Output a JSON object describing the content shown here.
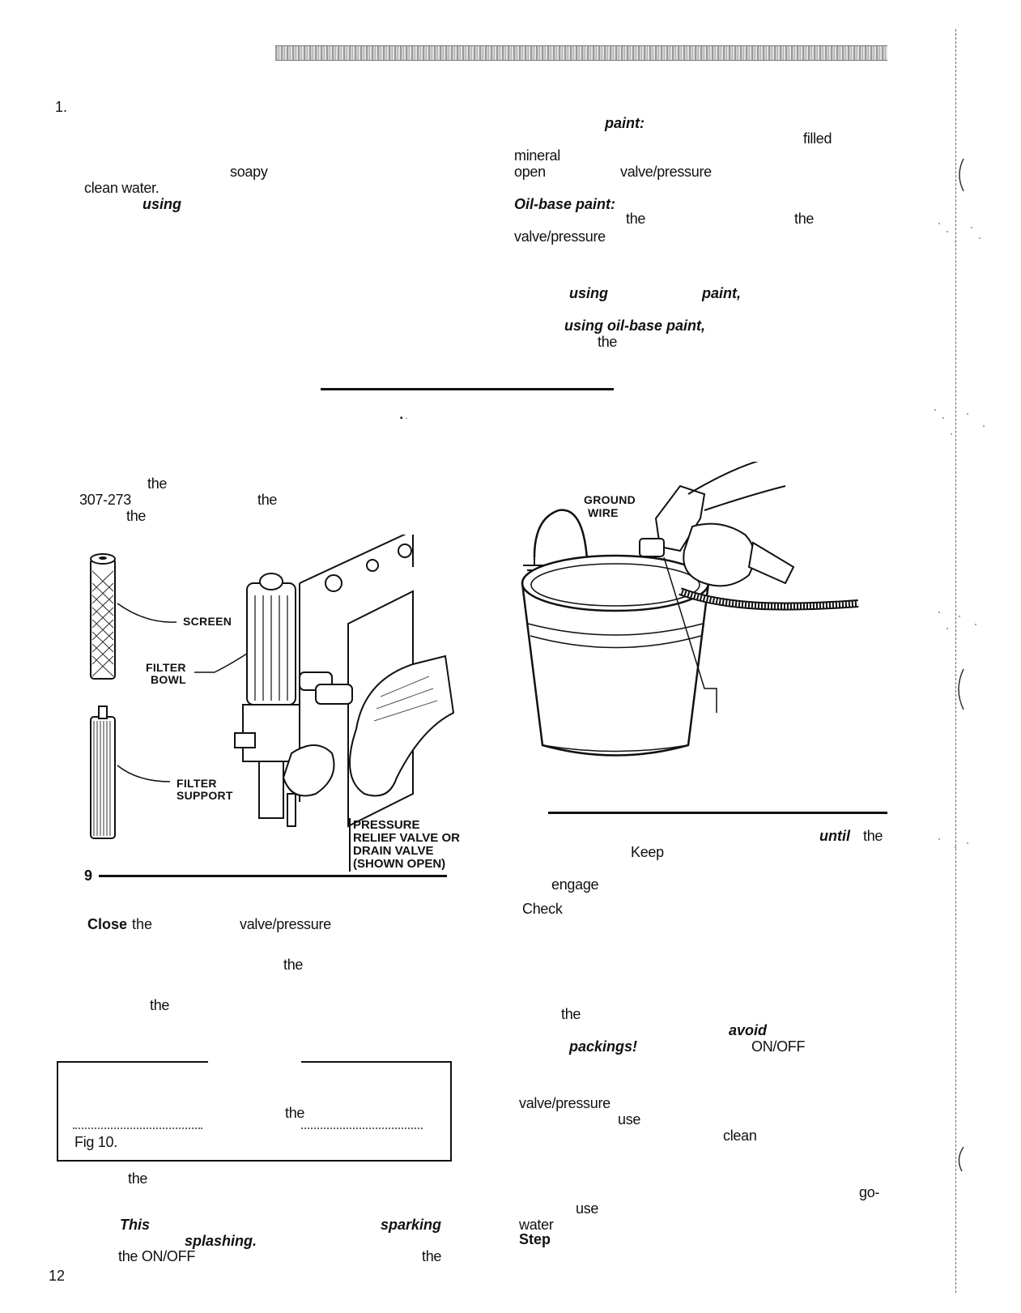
{
  "page_number": "12",
  "step_number": "1.",
  "col_left_top": {
    "frag_soapy": "soapy",
    "frag_clean_water": "clean water.",
    "frag_using": "using"
  },
  "col_right_top": {
    "frag_paint1": "paint:",
    "frag_filled": "filled",
    "frag_mineral": "mineral",
    "frag_open": "open",
    "frag_valve_pressure": "valve/pressure",
    "frag_oilbase": "Oil-base paint:",
    "frag_the1": "the",
    "frag_the2": "the",
    "frag_valve_pressure2": "valve/pressure",
    "frag_using2": "using",
    "frag_paint2": "paint,",
    "frag_using_oilbase": "using oil-base paint,",
    "frag_the3": "the"
  },
  "mid_left": {
    "frag_the1": "the",
    "frag_part": "307-273",
    "frag_the2": "the",
    "frag_the3": "the"
  },
  "figure9": {
    "number": "9",
    "label_screen": "SCREEN",
    "label_filter_bowl_1": "FILTER",
    "label_filter_bowl_2": "BOWL",
    "label_filter_support_1": "FILTER",
    "label_filter_support_2": "SUPPORT",
    "label_valve_1": "PRESSURE",
    "label_valve_2": "RELIEF VALVE OR",
    "label_valve_3": "DRAIN VALVE",
    "label_valve_4": "(SHOWN OPEN)"
  },
  "figure10": {
    "label_ground_1": "GROUND",
    "label_ground_2": "WIRE"
  },
  "below_left": {
    "frag_close": "Close",
    "frag_the1": "the",
    "frag_valve_pressure": "valve/pressure",
    "frag_the2": "the",
    "frag_the3": "the",
    "note_frag_the": "the",
    "note_frag_fig": "Fig 10.",
    "frag_the4": "the",
    "frag_this": "This",
    "frag_sparking": "sparking",
    "frag_splashing": "splashing.",
    "frag_the_onoff": "the ON/OFF",
    "frag_the5": "the"
  },
  "below_right": {
    "frag_until": "until",
    "frag_the1": "the",
    "frag_keep": "Keep",
    "frag_engage": "engage",
    "frag_check": "Check",
    "frag_the2": "the",
    "frag_avoid": "avoid",
    "frag_packings": "packings!",
    "frag_onoff": "ON/OFF",
    "frag_valve_pressure": "valve/pressure",
    "frag_use1": "use",
    "frag_clean": "clean",
    "frag_go": "go-",
    "frag_use2": "use",
    "frag_water": "water",
    "frag_step": "Step"
  }
}
